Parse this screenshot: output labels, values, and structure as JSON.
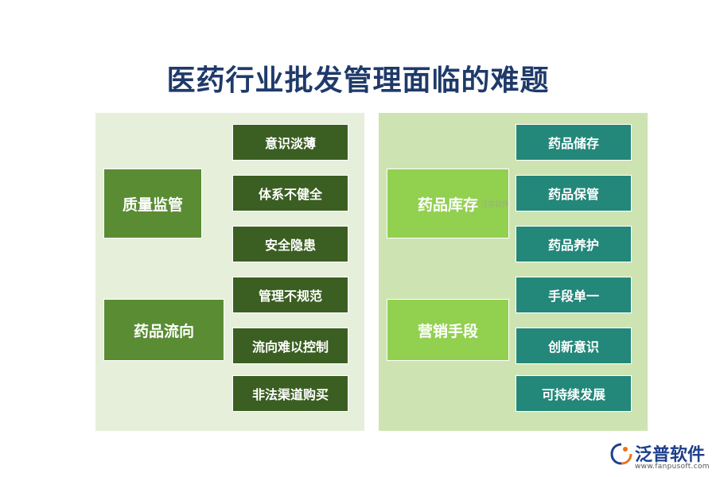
{
  "title": "医药行业批发管理面临的难题",
  "left": {
    "categories": [
      "质量监管",
      "药品流向"
    ],
    "items": [
      "意识淡薄",
      "体系不健全",
      "安全隐患",
      "管理不规范",
      "流向难以控制",
      "非法渠道购买"
    ]
  },
  "right": {
    "categories": [
      "药品库存",
      "营销手段"
    ],
    "items": [
      "药品储存",
      "药品保管",
      "药品养护",
      "手段单一",
      "创新意识",
      "可持续发展"
    ]
  },
  "watermark": "泛普软件",
  "logo": {
    "name": "泛普软件",
    "url": "www.fanpusoft.com"
  },
  "colors": {
    "title": "#1f3a6a",
    "left_panel": "#e6efda",
    "right_panel": "#cde4b2",
    "left_category": "#5a8c33",
    "left_item": "#3b5f22",
    "right_category": "#92d050",
    "right_item": "#23877a"
  }
}
